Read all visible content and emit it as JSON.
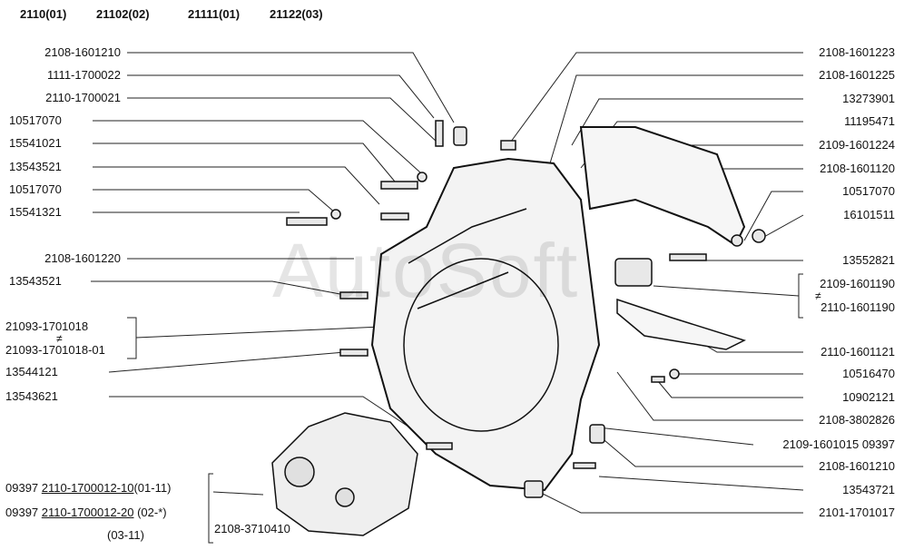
{
  "header": [
    "2110(01)",
    "21102(02)",
    "21111(01)",
    "21122(03)"
  ],
  "watermark": "AutoSoft",
  "left_labels": [
    "2108-1601210",
    "1111-1700022",
    "2110-1700021",
    "10517070",
    "15541021",
    "13543521",
    "10517070",
    "15541321",
    "2108-1601220",
    "13543521",
    "21093-1701018",
    "21093-1701018-01",
    "13544121",
    "13543621"
  ],
  "neq": "≠",
  "right_labels": [
    "2108-1601223",
    "2108-1601225",
    "13273901",
    "11195471",
    "2109-1601224",
    "2108-1601120",
    "10517070",
    "16101511",
    "13552821",
    "2109-1601190",
    "2110-1601190",
    "2110-1601121",
    "10516470",
    "10902121",
    "2108-3802826",
    "2109-1601015 09397",
    "2108-1601210",
    "13543721",
    "2101-1701017"
  ],
  "bottom_left": {
    "row1_prefix": "09397",
    "row1_code": "2110-1700012-10",
    "row1_suffix": "(01-11)",
    "row2_prefix": "09397",
    "row2_code": "2110-1700012-20",
    "row2_suffix": "(02-*)",
    "row3": "(03-11)",
    "center_label": "2108-3710410"
  }
}
